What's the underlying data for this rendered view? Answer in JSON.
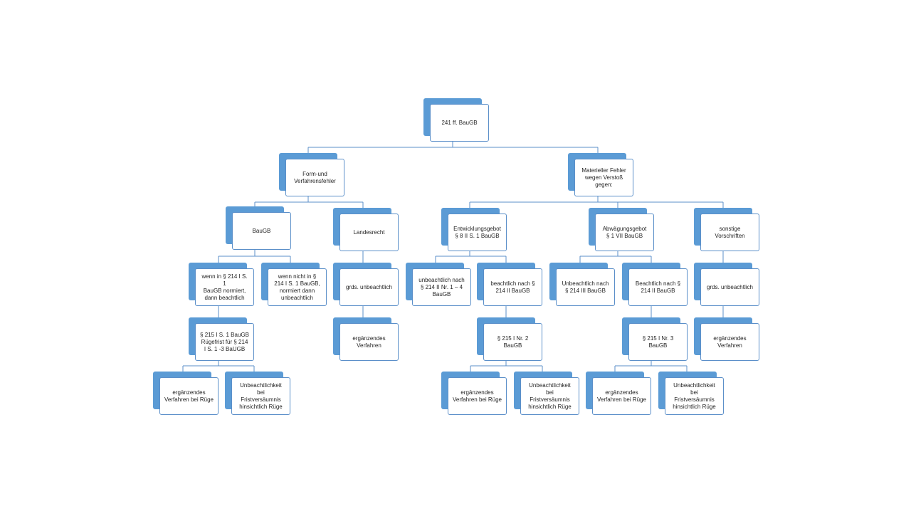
{
  "nodes": {
    "root": "241 ff. BauGB",
    "form": "Form-und\nVerfahrensfehler",
    "materiell": "Materieller  Fehler\nwegen  Verstoß\ngegen:",
    "baugb": "BauGB",
    "landesrecht": "Landesrecht",
    "entwicklungsgebot": "Entwicklungsgebot\n§ 8 II S. 1 BauGB",
    "abwaegungsgebot": "Abwägungsgebot\n§ 1 VII BauGB",
    "sonstige": "sonstige\nVorschriften",
    "wenn_normiert": "wenn in § 214 I S. 1\nBauGB normiert,\ndann beachtlich",
    "wenn_nicht": "wenn nicht in §\n214 I S. 1 BauGB,\nnormiert dann\nunbeachtlich",
    "landes_grds": "grds. unbeachtlich",
    "entw_unbeachtlich": "unbeachtlich nach\n§ 214 II Nr. 1 – 4\nBauGB",
    "entw_beachtlich": "beachtlich nach §\n214 II BauGB",
    "abw_unbeachtlich": "Unbeachtlich nach\n§ 214 III BauGB",
    "abw_beachtlich": "Beachtlich nach §\n214 II BauGB",
    "sonst_grds": "grds. unbeachtlich",
    "ruegefrist": "§ 215 I S. 1 BauGB\nRügefrist für § 214\nI S. 1 -3 BaUGB",
    "landes_ergaenzend": "ergänzendes\nVerfahren",
    "entw_215": "§ 215 I Nr. 2 BauGB",
    "abw_215": "§ 215 I Nr. 3 BauGB",
    "sonst_ergaenzend": "ergänzendes\nVerfahren",
    "a_ergaenzend": "ergänzendes\nVerfahren  bei Rüge",
    "a_unbeachtlichkeit": "Unbeachtlichkeit\nbei Fristversäumnis\nhinsichtlich Rüge",
    "b_ergaenzend": "ergänzendes\nVerfahren  bei Rüge",
    "b_unbeachtlichkeit": "Unbeachtlichkeit\nbei Fristversäumnis\nhinsichtlich Rüge",
    "c_ergaenzend": "ergänzendes\nVerfahren  bei Rüge",
    "c_unbeachtlichkeit": "Unbeachtlichkeit\nbei Fristversäumnis\nhinsichtlich Rüge"
  },
  "colors": {
    "accent": "#5b9bd5",
    "border": "#5b8fc9",
    "connector": "#5b8fc9"
  }
}
